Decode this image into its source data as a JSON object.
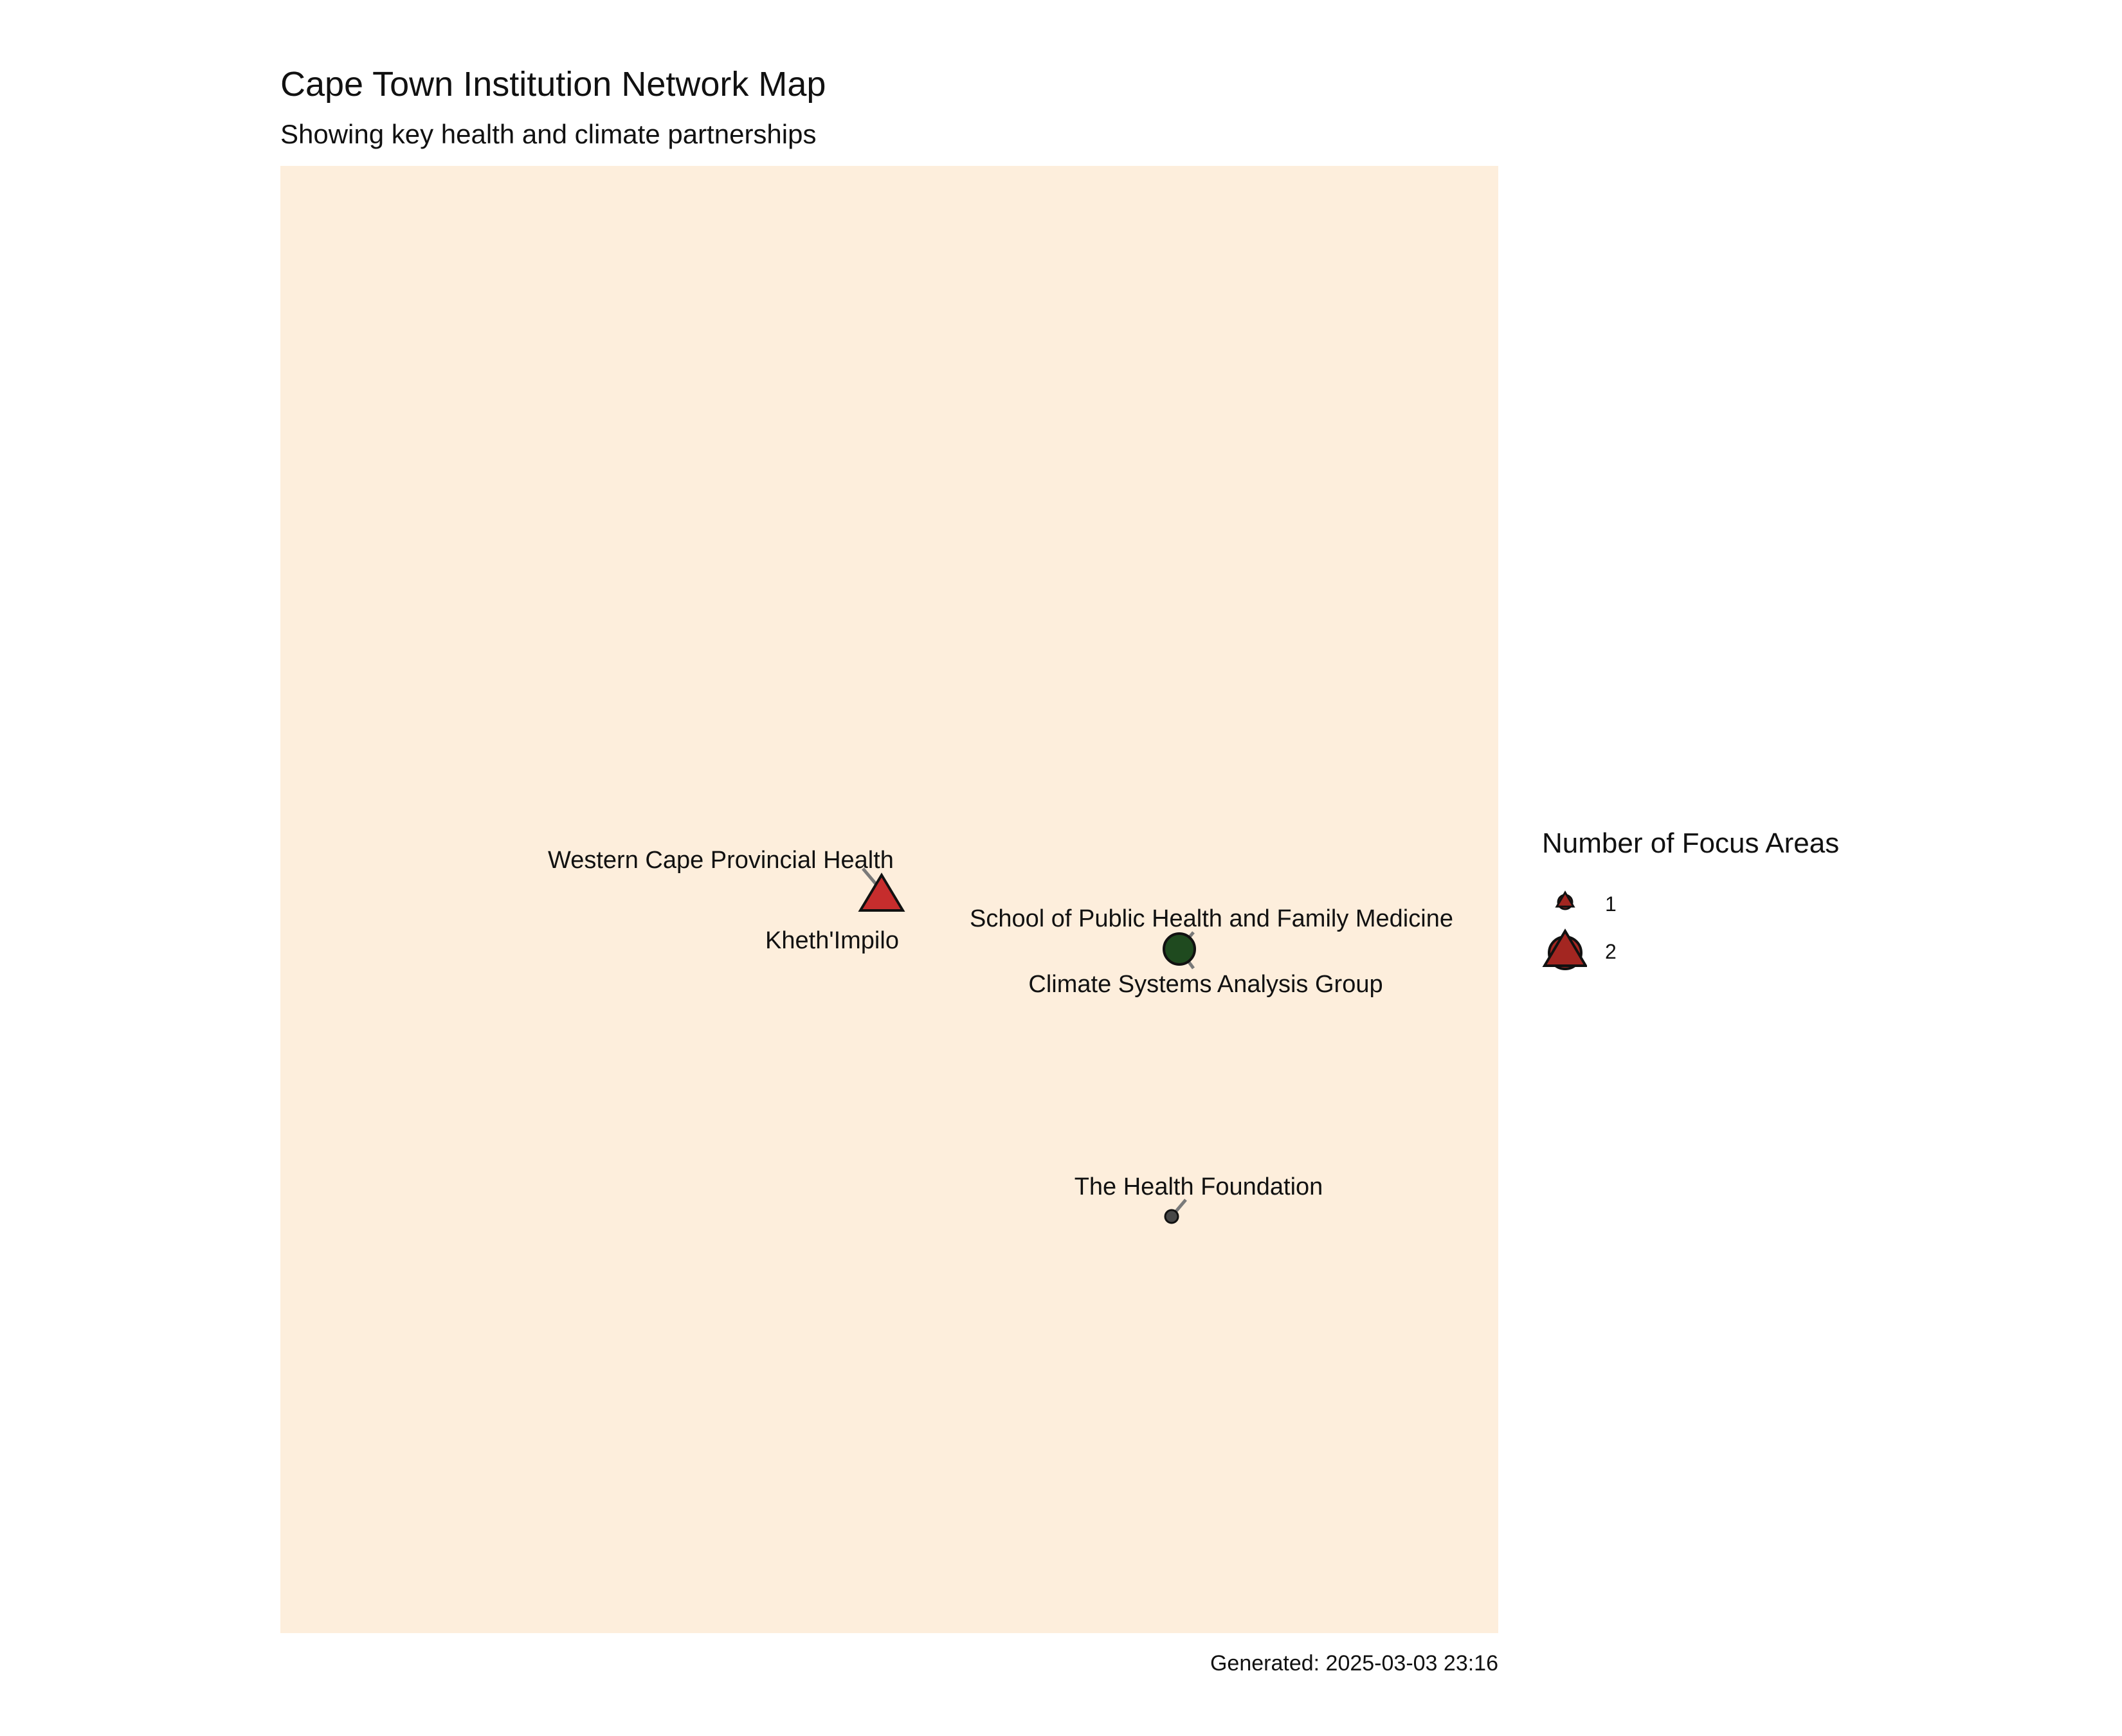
{
  "title": "Cape Town Institution Network Map",
  "subtitle": "Showing key health and climate partnerships",
  "caption": "Generated: 2025-03-03 23:16",
  "colors": {
    "panel_bg": "#FDEEDC",
    "marker_red": "#C62D2D",
    "marker_green": "#1F4A1F",
    "marker_gray": "#474747",
    "leader_line": "#7A7A7A",
    "legend_fill": "#A32621"
  },
  "institutions": [
    {
      "name": "Western Cape Provincial Health",
      "shape": "triangle",
      "color": "marker_red",
      "focus_areas": 2
    },
    {
      "name": "Kheth'Impilo",
      "shape": "triangle",
      "color": "marker_red",
      "focus_areas": 2
    },
    {
      "name": "School of Public Health and Family Medicine",
      "shape": "circle",
      "color": "marker_green",
      "focus_areas": 2
    },
    {
      "name": "Climate Systems Analysis Group",
      "shape": "circle",
      "color": "marker_green",
      "focus_areas": 2
    },
    {
      "name": "The Health Foundation",
      "shape": "circle",
      "color": "marker_gray",
      "focus_areas": 1
    }
  ],
  "legend": {
    "title": "Number of Focus Areas",
    "items": [
      {
        "label": "1",
        "value": 1
      },
      {
        "label": "2",
        "value": 2
      }
    ]
  }
}
